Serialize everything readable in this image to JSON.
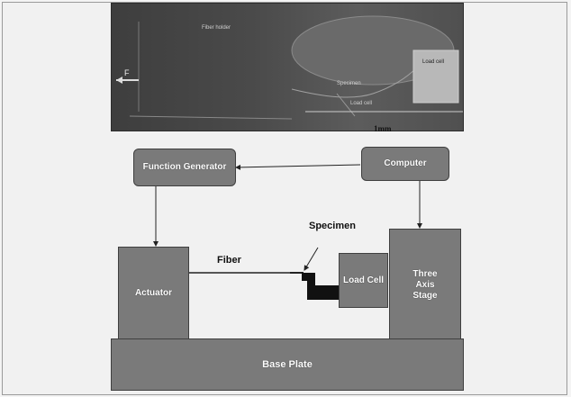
{
  "photo": {
    "label_top_left": "Fiber holder",
    "label_center": "Specimen",
    "label_bottom_center": "Load cell",
    "label_right": "Load cell",
    "force_symbol": "F",
    "scale_bar_text": "1mm"
  },
  "diagram": {
    "function_generator": "Function Generator",
    "computer": "Computer",
    "actuator": "Actuator",
    "fiber_label": "Fiber",
    "specimen_label": "Specimen",
    "load_cell": "Load Cell",
    "three_axis_stage": "Three Axis Stage",
    "base_plate": "Base Plate"
  }
}
